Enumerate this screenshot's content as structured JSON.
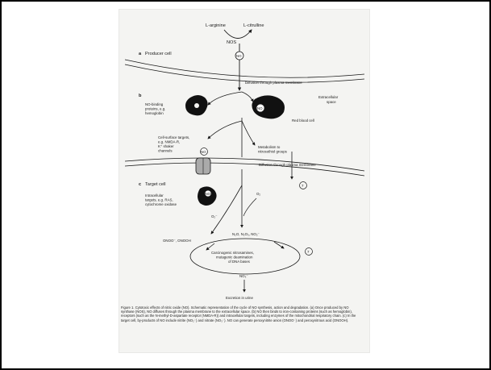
{
  "figure": {
    "labels": {
      "l_arginine": "L-arginine",
      "l_citrulline": "L-citrulline",
      "nos": "NOS",
      "no": "NO",
      "section_a": "a",
      "producer_cell": "Producer cell",
      "diffusion_top": "Diffusion through plasma membrane",
      "section_b": "b",
      "extracellular_space": "Extracellular space",
      "no_binding_proteins": [
        "NO-binding",
        "proteins, e.g.",
        "hemoglobin"
      ],
      "red_blood_cell": "Red blood cell",
      "cell_surface_targets": [
        "Cell-surface targets,",
        "e.g. NMDA-R,",
        "K⁺ shaker",
        "channels"
      ],
      "metabolism": [
        "Metabolism to",
        "nitrosothiol groups"
      ],
      "diffusion_bottom": "Diffusion through plasma membrane",
      "circle_number": "7",
      "section_c": "c",
      "target_cell": "Target cell",
      "intracellular_targets": [
        "Intracellular",
        "targets, e.g. RAS,",
        "cytochrome oxidase"
      ],
      "o2_a": "O₂",
      "o2_b": "O₂⁻",
      "oxides": "N₂O, N₂O₃, NO₂⁻",
      "peroxynitrite": "ONOO⁻, ONOOH",
      "carcinogenic": [
        "Carcinogenic nitrosamines,",
        "mutagenic deamination",
        "of DNA bases"
      ],
      "nitrate": "NO₃⁻",
      "excretion": "Excretion in urine"
    },
    "caption": "Figure 1. Cytotoxic effects of nitric oxide (NO). Schematic representation of the cycle of NO synthesis, action and degradation. (a) Once produced by NO synthase (NOS), NO diffuses through the plasma membrane to the extracellular space. (b) NO then binds to iron-containing proteins (such as hemoglobin), receptors (such as the N-methyl-D-aspartate receptor (NMDA-R)) and intracellular targets, including enzymes of the mitochondrial respiratory chain. (c) In the target cell, by-products of NO include nitrite (NO₂⁻) and nitrate (NO₃⁻). NO can generate peroxynitrite anion (ONOO⁻) and peroxynitrous acid (ONOOH)."
  }
}
